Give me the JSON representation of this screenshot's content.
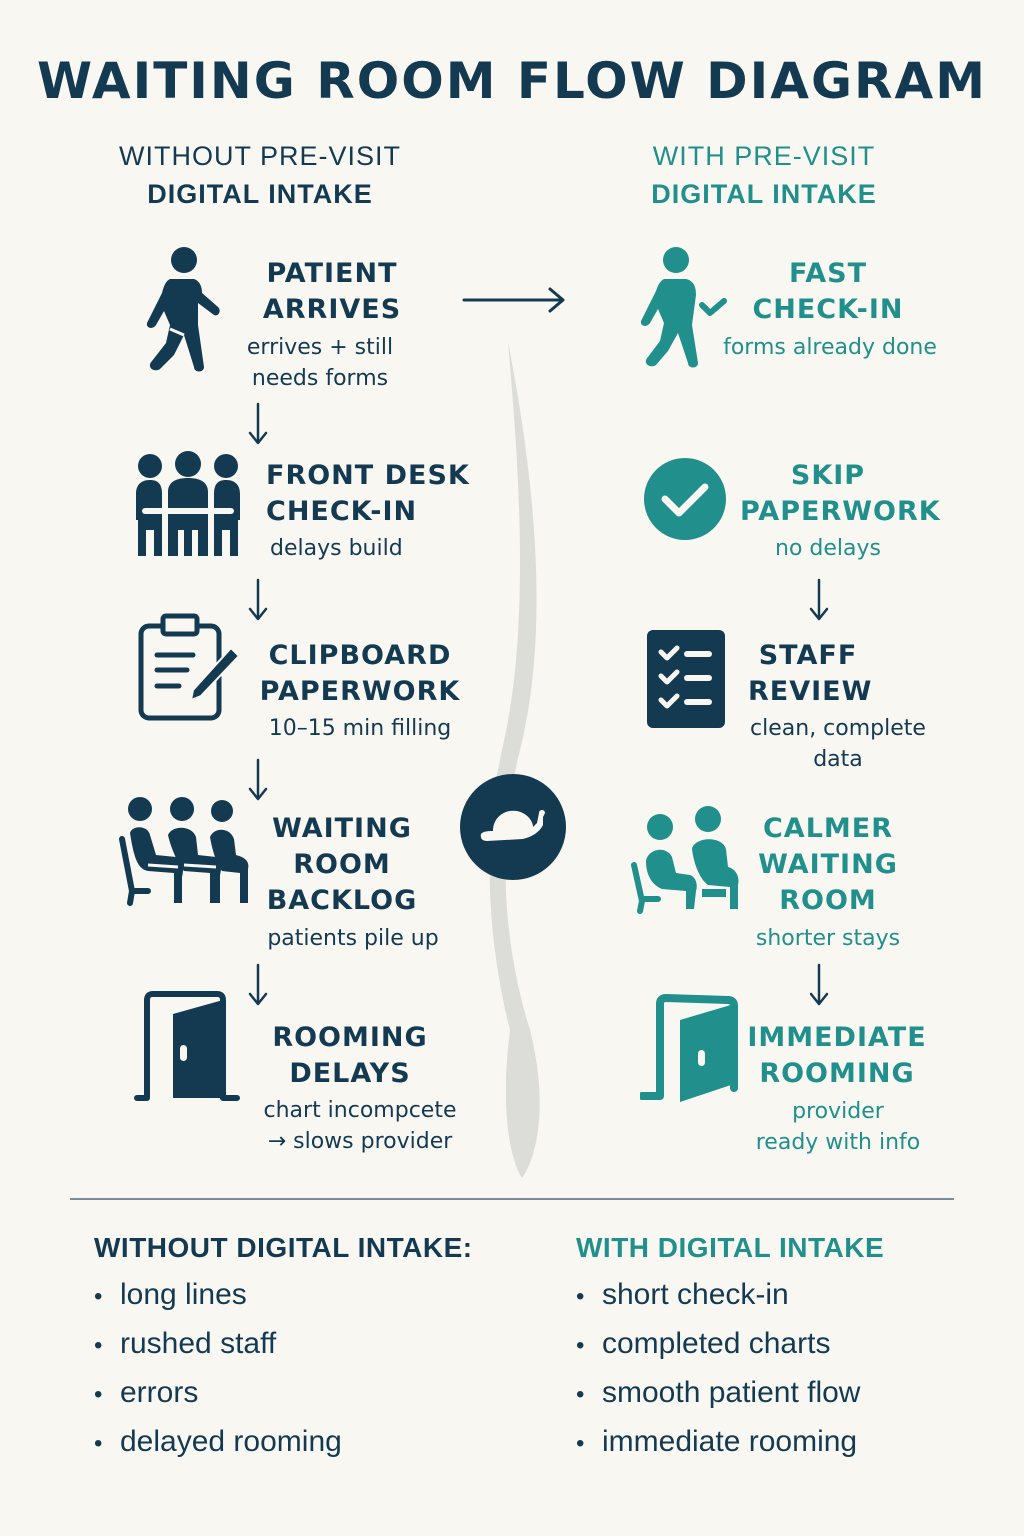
{
  "title": "WAITING ROOM FLOW DIAGRAM",
  "colors": {
    "dark": "#143a52",
    "teal": "#218f8b",
    "background": "#f9f7f2",
    "spine": "#dcddd8"
  },
  "left": {
    "heading": {
      "line1": "WITHOUT PRE-VISIT",
      "line2": "DIGITAL INTAKE"
    },
    "steps": [
      {
        "icon": "walking-person-icon",
        "title1": "PATIENT",
        "title2": "ARRIVES",
        "desc1": "errives + still",
        "desc2": "needs forms"
      },
      {
        "icon": "front-desk-group-icon",
        "title1": "FRONT DESK",
        "title2": "CHECK-IN",
        "desc1": "delays build"
      },
      {
        "icon": "clipboard-pen-icon",
        "title1": "CLIPBOARD",
        "title2": "PAPERWORK",
        "desc1": "10–15 min filling"
      },
      {
        "icon": "seated-crowd-icon",
        "title1": "WAITING",
        "title2": "ROOM",
        "title3": "BACKLOG",
        "desc1": "patients pile up"
      },
      {
        "icon": "door-icon",
        "title1": "ROOMING",
        "title2": "DELAYS",
        "desc1": "chart incompcete",
        "desc2": "→ slows provider"
      }
    ]
  },
  "right": {
    "heading": {
      "line1": "WITH PRE-VISIT",
      "line2": "DIGITAL INTAKE"
    },
    "steps": [
      {
        "icon": "walking-person-check-icon",
        "title1": "FAST",
        "title2": "CHECK-IN",
        "desc1": "forms already done"
      },
      {
        "icon": "check-circle-icon",
        "title1": "SKIP",
        "title2": "PAPERWORK",
        "desc1": "no delays"
      },
      {
        "icon": "checklist-icon",
        "title1": "STAFF",
        "title2": "REVIEW",
        "desc1": "clean, complete",
        "desc2": "data"
      },
      {
        "icon": "seated-pair-icon",
        "title1": "CALMER",
        "title2": "WAITING",
        "title3": "ROOM",
        "desc1": "shorter stays"
      },
      {
        "icon": "open-door-icon",
        "title1": "IMMEDIATE",
        "title2": "ROOMING",
        "desc1": "provider",
        "desc2": "ready with info"
      }
    ]
  },
  "center": {
    "icon": "snail-icon"
  },
  "summary": {
    "without": {
      "heading": "WITHOUT DIGITAL INTAKE:",
      "items": [
        "long lines",
        "rushed staff",
        "errors",
        "delayed rooming"
      ]
    },
    "with": {
      "heading": "WITH DIGITAL INTAKE",
      "items": [
        "short check-in",
        "completed charts",
        "smooth patient flow",
        "immediate rooming"
      ]
    },
    "bullet": "•"
  }
}
